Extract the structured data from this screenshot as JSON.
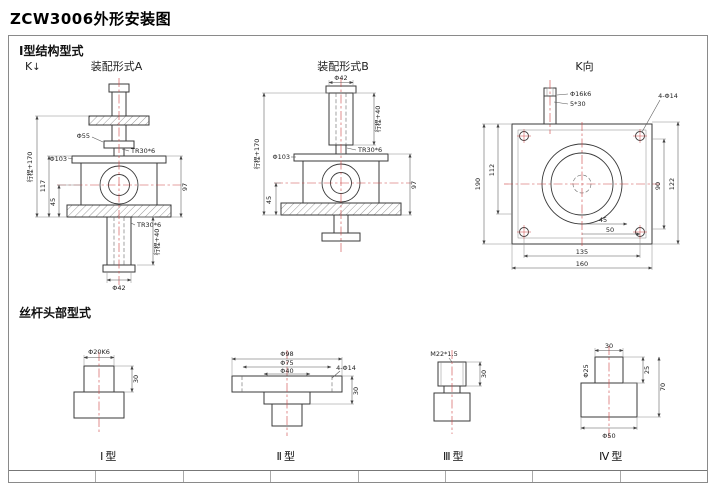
{
  "page": {
    "title": "ZCW3006外形安装图"
  },
  "sections": {
    "structure_heading": "Ⅰ型结构型式",
    "heads_heading": "丝杆头部型式"
  },
  "view_a": {
    "label": "装配形式A",
    "k_marker": "K",
    "k_arrow": "↓",
    "dims": {
      "d55": "Φ55",
      "tr30_top": "TR30*6",
      "d103": "Φ103",
      "stroke_170": "行程+170",
      "h117": "117",
      "h45": "45",
      "h97": "97",
      "tr30_bottom": "TR30*6",
      "stroke_40": "行程+40",
      "d42": "Φ42"
    }
  },
  "view_b": {
    "label": "装配形式B",
    "dims": {
      "d42": "Φ42",
      "stroke_40": "行程+40",
      "tr30": "TR30*6",
      "d103": "Φ103",
      "stroke_170": "行程+170",
      "h45": "45",
      "h97": "97"
    }
  },
  "view_k": {
    "label": "K向",
    "dims": {
      "shaft_dia": "Φ16k6",
      "key": "5*30",
      "holes": "4-Φ14",
      "h190": "190",
      "h112": "112",
      "h90": "90",
      "h122": "122",
      "w45": "45",
      "w50": "50",
      "w135": "135",
      "w160": "160"
    }
  },
  "heads": {
    "type1": {
      "label": "Ⅰ型",
      "dims": {
        "d20": "Φ20K6",
        "l30": "30"
      }
    },
    "type2": {
      "label": "Ⅱ型",
      "dims": {
        "d98": "Φ98",
        "d75": "Φ75",
        "d40": "Φ40",
        "holes": "4-Φ14",
        "l30": "30"
      }
    },
    "type3": {
      "label": "Ⅲ型",
      "dims": {
        "thread": "M22*1.5",
        "l30": "30"
      }
    },
    "type4": {
      "label": "Ⅳ型",
      "dims": {
        "l30": "30",
        "d25": "Φ25",
        "l25": "25",
        "l70": "70",
        "d50": "Φ50"
      }
    }
  }
}
